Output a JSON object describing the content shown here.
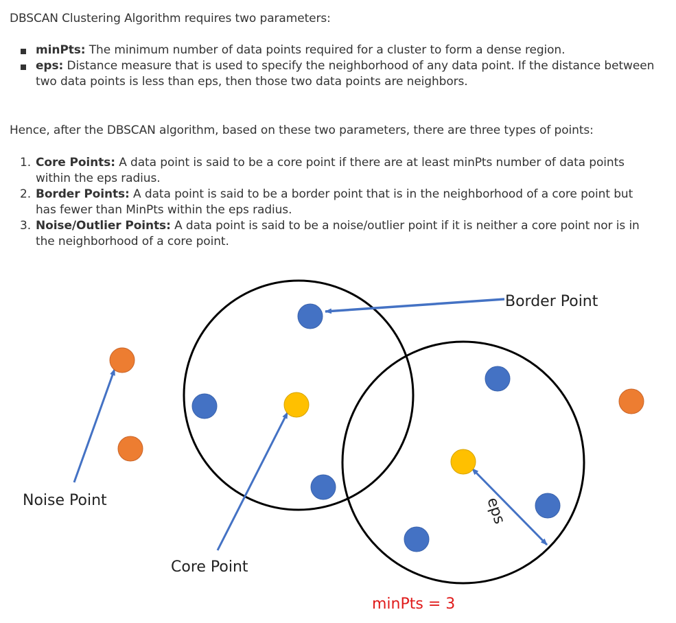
{
  "intro": "DBSCAN Clustering Algorithm requires two parameters:",
  "parameters": [
    {
      "term": "minPts:",
      "desc": "The minimum number of data points required for a cluster to form a dense region."
    },
    {
      "term": "eps:",
      "desc": "Distance measure that is used to specify the neighborhood of any data point. If the distance between two data points is less than eps, then those two data points are neighbors."
    }
  ],
  "types_intro": "Hence, after the DBSCAN algorithm, based on these two parameters, there are three types of points:",
  "point_types": [
    {
      "num": "1.",
      "term": "Core Points:",
      "desc": "A data point is said to be a core point if there are at least minPts number of data points within the eps radius."
    },
    {
      "num": "2.",
      "term": "Border Points:",
      "desc": "A data point is said to be a border point that is in the neighborhood of a core point but has fewer than MinPts within the eps radius."
    },
    {
      "num": "3.",
      "term": "Noise/Outlier Points:",
      "desc": "A data point is said to be a noise/outlier point if it is neither a core point nor is in the neighborhood of a core point."
    }
  ],
  "diagram": {
    "labels": {
      "border": "Border Point",
      "noise": "Noise Point",
      "core": "Core Point",
      "eps": "eps",
      "minpts": "minPts = 3"
    },
    "colors": {
      "core": "#ffc000",
      "border": "#4472c4",
      "noise": "#ed7d31",
      "arrow": "#4472c4",
      "circle": "#000000",
      "minpts_text": "#e01b1b"
    }
  }
}
